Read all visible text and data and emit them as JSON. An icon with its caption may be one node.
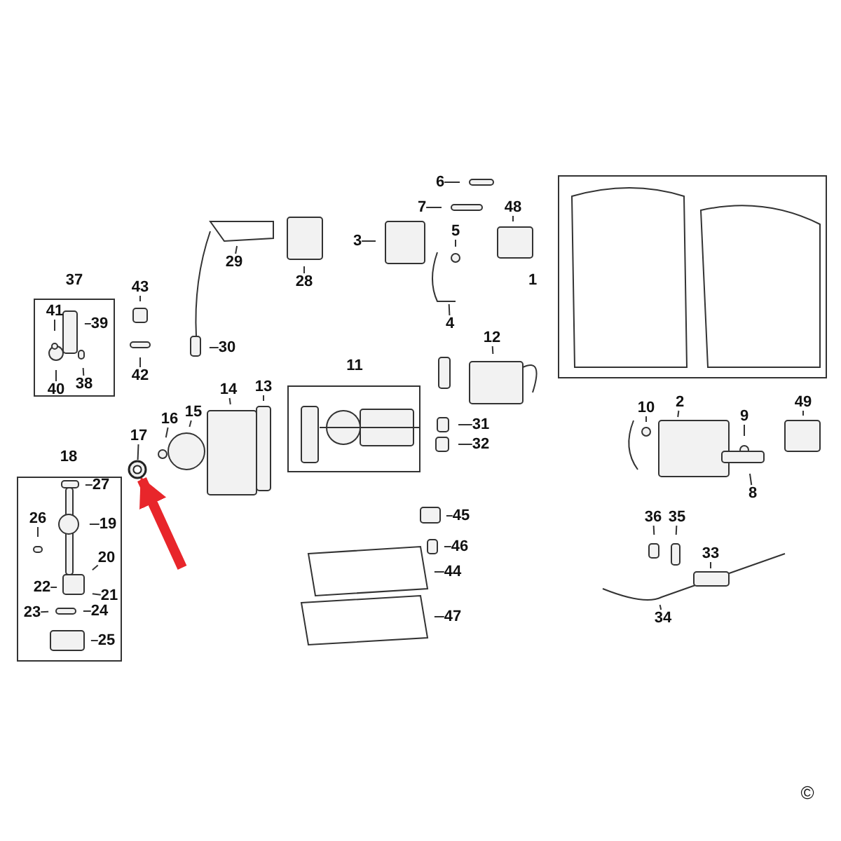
{
  "diagram": {
    "nodes": [
      {
        "text": [
          "1"
        ]
      },
      {
        "text": [
          "37"
        ]
      },
      {
        "text": [
          "41"
        ],
        "in": 1
      },
      {
        "text": [
          "39"
        ],
        "in": 1
      },
      {
        "text": [
          "40"
        ],
        "in": 1
      },
      {
        "text": [
          "38"
        ],
        "in": 1
      },
      {
        "text": [
          "11"
        ]
      },
      {
        "text": [
          "18"
        ]
      },
      {
        "text": [
          "27"
        ],
        "in": 7
      },
      {
        "text": [
          "19"
        ],
        "in": 7
      },
      {
        "text": [
          "26"
        ],
        "in": 7
      },
      {
        "text": [
          "20"
        ],
        "in": 7
      },
      {
        "text": [
          "22"
        ],
        "in": 7
      },
      {
        "text": [
          "21"
        ],
        "in": 7
      },
      {
        "text": [
          "23"
        ],
        "in": 7
      },
      {
        "text": [
          "24"
        ],
        "in": 7
      },
      {
        "text": [
          "25"
        ],
        "in": 7
      },
      {
        "text": [
          "2"
        ]
      },
      {
        "text": [
          "3"
        ]
      },
      {
        "text": [
          "4"
        ]
      },
      {
        "text": [
          "5"
        ]
      },
      {
        "text": [
          "6"
        ]
      },
      {
        "text": [
          "7"
        ]
      },
      {
        "text": [
          "8"
        ]
      },
      {
        "text": [
          "9"
        ]
      },
      {
        "text": [
          "10"
        ]
      },
      {
        "text": [
          "12"
        ]
      },
      {
        "text": [
          "13"
        ]
      },
      {
        "text": [
          "14"
        ]
      },
      {
        "text": [
          "15"
        ]
      },
      {
        "text": [
          "16"
        ]
      },
      {
        "text": [
          "17"
        ]
      },
      {
        "text": [
          "28"
        ]
      },
      {
        "text": [
          "29"
        ]
      },
      {
        "text": [
          "30"
        ]
      },
      {
        "text": [
          "31"
        ]
      },
      {
        "text": [
          "32"
        ]
      },
      {
        "text": [
          "33"
        ]
      },
      {
        "text": [
          "34"
        ]
      },
      {
        "text": [
          "35"
        ]
      },
      {
        "text": [
          "36"
        ]
      },
      {
        "text": [
          "42"
        ]
      },
      {
        "text": [
          "43"
        ]
      },
      {
        "text": [
          "44"
        ]
      },
      {
        "text": [
          "45"
        ]
      },
      {
        "text": [
          "46"
        ]
      },
      {
        "text": [
          "47"
        ]
      },
      {
        "text": [
          "48"
        ]
      },
      {
        "text": [
          "49"
        ]
      },
      {
        "text": [],
        "shape": "picture"
      }
    ],
    "edges": [
      {
        "from": 2,
        "to": null,
        "arrow": "none"
      },
      {
        "from": 3,
        "to": null,
        "arrow": "none"
      },
      {
        "from": 4,
        "to": null,
        "arrow": "none"
      },
      {
        "from": 5,
        "to": null,
        "arrow": "none"
      },
      {
        "from": 8,
        "to": null,
        "arrow": "none"
      },
      {
        "from": 9,
        "to": null,
        "arrow": "none"
      },
      {
        "from": 10,
        "to": null,
        "arrow": "none"
      },
      {
        "from": 11,
        "to": null,
        "arrow": "none"
      },
      {
        "from": 12,
        "to": null,
        "arrow": "none"
      },
      {
        "from": 13,
        "to": null,
        "arrow": "none"
      },
      {
        "from": 14,
        "to": null,
        "arrow": "none"
      },
      {
        "from": 15,
        "to": null,
        "arrow": "none"
      },
      {
        "from": 16,
        "to": null,
        "arrow": "none"
      },
      {
        "from": 17,
        "to": null,
        "arrow": "none"
      },
      {
        "from": 18,
        "to": null,
        "arrow": "none"
      },
      {
        "from": 19,
        "to": null,
        "arrow": "none"
      },
      {
        "from": 20,
        "to": null,
        "arrow": "none"
      },
      {
        "from": 21,
        "to": null,
        "arrow": "none"
      },
      {
        "from": 22,
        "to": null,
        "arrow": "none"
      },
      {
        "from": 23,
        "to": null,
        "arrow": "none"
      },
      {
        "from": 24,
        "to": null,
        "arrow": "none"
      },
      {
        "from": 25,
        "to": null,
        "arrow": "none"
      },
      {
        "from": 26,
        "to": null,
        "arrow": "none"
      },
      {
        "from": 27,
        "to": null,
        "arrow": "none"
      },
      {
        "from": 28,
        "to": null,
        "arrow": "none"
      },
      {
        "from": 29,
        "to": null,
        "arrow": "none"
      },
      {
        "from": 30,
        "to": null,
        "arrow": "none"
      },
      {
        "from": 31,
        "to": 49,
        "arrow": "none"
      },
      {
        "from": 32,
        "to": null,
        "arrow": "none"
      },
      {
        "from": 33,
        "to": null,
        "arrow": "none"
      },
      {
        "from": 34,
        "to": null,
        "arrow": "none"
      },
      {
        "from": 35,
        "to": null,
        "arrow": "none"
      },
      {
        "from": 36,
        "to": null,
        "arrow": "none"
      },
      {
        "from": 37,
        "to": null,
        "arrow": "none"
      },
      {
        "from": 38,
        "to": null,
        "arrow": "none"
      },
      {
        "from": 39,
        "to": null,
        "arrow": "none"
      },
      {
        "from": 40,
        "to": null,
        "arrow": "none"
      },
      {
        "from": 41,
        "to": null,
        "arrow": "none"
      },
      {
        "from": 42,
        "to": null,
        "arrow": "none"
      },
      {
        "from": 43,
        "to": null,
        "arrow": "none"
      },
      {
        "from": 44,
        "to": null,
        "arrow": "none"
      },
      {
        "from": 45,
        "to": null,
        "arrow": "none"
      },
      {
        "from": 46,
        "to": null,
        "arrow": "none"
      },
      {
        "from": 47,
        "to": null,
        "arrow": "none"
      },
      {
        "from": 48,
        "to": null,
        "arrow": "none"
      },
      {
        "from": null,
        "to": 49,
        "arrow": "to",
        "style": "thick",
        "color": "#e8262b"
      }
    ],
    "labels": [
      "©"
    ]
  }
}
